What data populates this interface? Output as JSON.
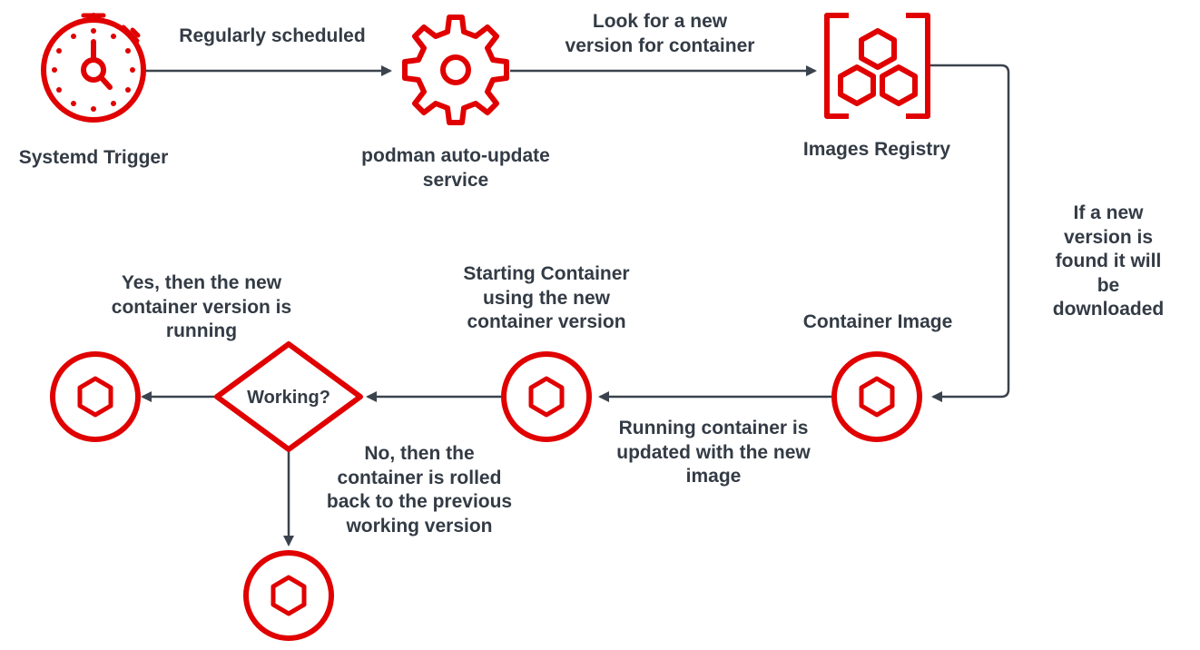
{
  "colors": {
    "accent": "#e00000",
    "connector": "#3a434d",
    "text": "#333b45",
    "background": "#ffffff"
  },
  "nodes": {
    "systemd_trigger": {
      "label": "Systemd Trigger",
      "icon": "stopwatch-icon"
    },
    "autoupdate_service": {
      "label": "podman auto-update\nservice",
      "icon": "gear-icon"
    },
    "images_registry": {
      "label": "Images Registry",
      "icon": "registry-hexagons-icon"
    },
    "container_image": {
      "label": "Container Image",
      "icon": "hexagon-circle-icon"
    },
    "starting_container": {
      "label": "Starting Container\nusing the new\ncontainer version",
      "icon": "hexagon-circle-icon"
    },
    "decision": {
      "label": "Working?"
    },
    "running_container": {
      "icon": "hexagon-circle-icon"
    },
    "rolled_back_container": {
      "icon": "hexagon-circle-icon"
    }
  },
  "edges": {
    "trigger_to_service": "Regularly scheduled",
    "service_to_registry": "Look for a new\nversion for container",
    "registry_to_image": "If a new version is\nfound it will be\ndownloaded",
    "image_to_starting": "Running container is\nupdated with the new\nimage",
    "decision_yes": "Yes, then the new\ncontainer version is\nrunning",
    "decision_no": "No, then the\ncontainer is rolled\nback to the previous\nworking version"
  }
}
